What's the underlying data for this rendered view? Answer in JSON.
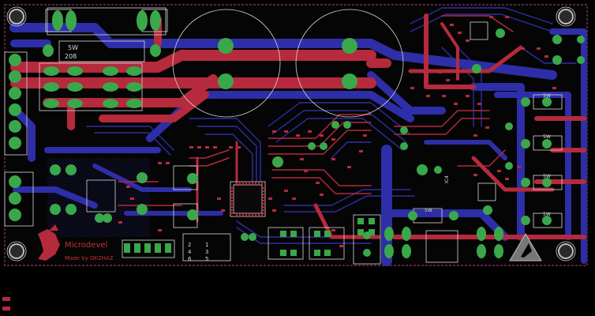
{
  "board": {
    "logo_text": "Microdevel",
    "credit_text": "Made by OK2HAZ",
    "resistor_label_top": "5W",
    "resistor_label_bottom": "208",
    "small_resistor_labels": [
      "5W",
      "5W",
      "5W",
      "5W"
    ],
    "bottom_resistor_label": "5W",
    "connector_pin_labels": [
      "2",
      "1",
      "4",
      "3",
      "6",
      "5"
    ],
    "ic_label": "IC4"
  },
  "colors": {
    "background": "#000000",
    "board_bg": "#050505",
    "top_copper": "#b52a3c",
    "bottom_copper": "#2e2ea8",
    "pad": "#3aa84a",
    "silkscreen": "#d8d8d8",
    "outline": "#b04070"
  },
  "icons": [
    "mounting-hole-icon",
    "esd-warning-icon",
    "bird-logo-icon"
  ]
}
